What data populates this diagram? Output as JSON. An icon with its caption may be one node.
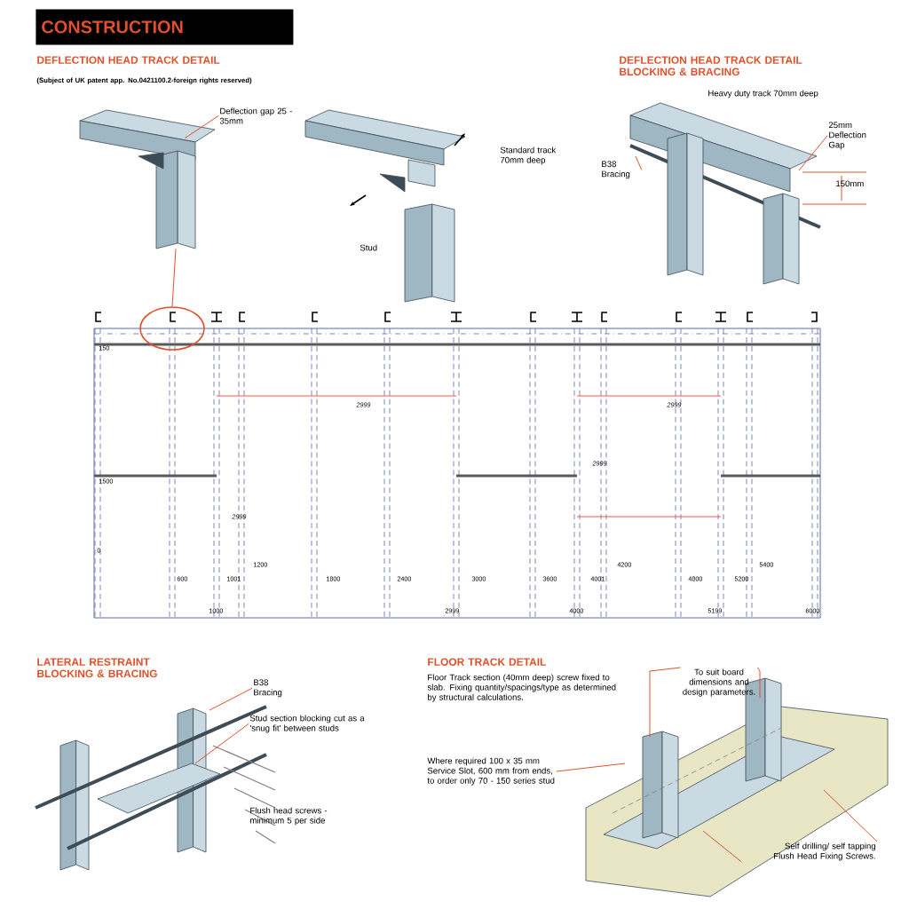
{
  "diagram": {
    "title": "CONSTRUCTION",
    "nodes": [
      {
        "text": [
          "Deflection gap 25 - 35mm"
        ]
      },
      {
        "text": [
          "B38 Bracing"
        ]
      },
      {
        "text": [
          "25mm Deflection Gap"
        ]
      },
      {
        "text": [],
        "shape": "circle"
      },
      {
        "text": [
          "B38 Bracing"
        ]
      },
      {
        "text": [
          "Stud section blocking cut as a 'snug fit' between studs"
        ]
      },
      {
        "text": [
          "To suit board dimensions and design parameters."
        ]
      },
      {
        "text": [
          "Where required 100 x 35 mm Service Slot, 600 mm from ends, to order only 70 - 150 series stud"
        ]
      },
      {
        "text": [
          "Self drilling/ self tapping Flush Head Fixing Screws."
        ]
      },
      {
        "text": [],
        "shape": "picture"
      }
    ],
    "edges": [
      {
        "from": 0,
        "to": 9,
        "arrow": "none"
      },
      {
        "from": 1,
        "to": null,
        "arrow": "none"
      },
      {
        "from": 2,
        "to": null,
        "arrow": "none"
      },
      {
        "from": 3,
        "to": 9,
        "arrow": "none"
      },
      {
        "from": 4,
        "to": null,
        "arrow": "none"
      },
      {
        "from": 5,
        "to": null,
        "arrow": "none"
      },
      {
        "from": 6,
        "to": null,
        "arrow": "none"
      },
      {
        "from": 6,
        "to": null,
        "arrow": "none"
      },
      {
        "from": 7,
        "to": null,
        "arrow": "none"
      },
      {
        "from": 8,
        "to": null,
        "arrow": "none"
      },
      {
        "from": 8,
        "to": null,
        "arrow": "none"
      }
    ],
    "labels": [
      "DEFLECTION HEAD TRACK DETAIL",
      "(Subject of UK patent app. No.0421100.2-foreign rights reserved)",
      "Standard track 70mm deep",
      "Stud",
      "DEFLECTION HEAD TRACK DETAIL BLOCKING & BRACING",
      "Heavy duty track 70mm deep",
      "150mm",
      "150",
      "1500",
      "0",
      "600",
      "1001",
      "1200",
      "1800",
      "2400",
      "3000",
      "3600",
      "4001",
      "4200",
      "4800",
      "5200",
      "5400",
      "1000",
      "2999",
      "4000",
      "5199",
      "6000",
      "2999",
      "2999",
      "2999",
      "2999",
      "LATERAL RESTRAINT BLOCKING & BRACING",
      "Flush head screws - minimum 5 per side",
      "FLOOR TRACK DETAIL",
      "Floor Track section (40mm deep) screw fixed to slab. Fixing quantity/spacings/type as determined by structural calculations."
    ]
  }
}
